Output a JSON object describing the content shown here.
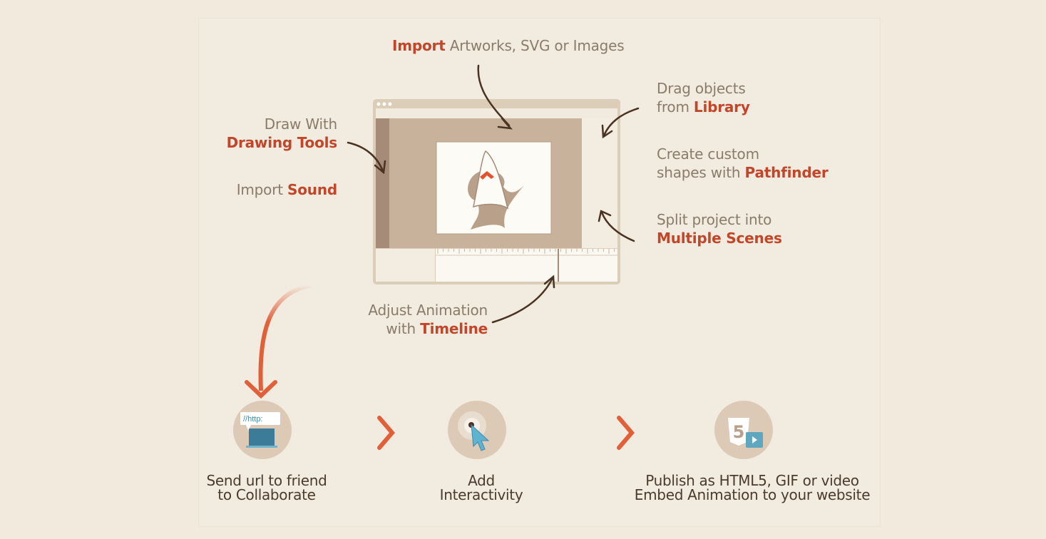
{
  "labels": {
    "import_art": {
      "strong": "Import",
      "rest": " Artworks, SVG or Images"
    },
    "drag": {
      "line1": "Drag objects",
      "pre": "from ",
      "strong": "Library"
    },
    "pathfinder": {
      "line1": "Create custom",
      "pre": "shapes with ",
      "strong": "Pathfinder"
    },
    "scenes": {
      "line1": "Split project into",
      "strong": "Multiple Scenes"
    },
    "drawing": {
      "line1": "Draw With",
      "strong": "Drawing Tools"
    },
    "sound": {
      "pre": "Import ",
      "strong": "Sound"
    },
    "timeline": {
      "line1": "Adjust Animation",
      "pre": "with ",
      "strong": "Timeline"
    }
  },
  "steps": [
    {
      "line1": "Send url to friend",
      "line2": "to Collaborate",
      "icon": "laptop-url-icon",
      "badge": "//http:"
    },
    {
      "line1": "Add",
      "line2": "Interactivity",
      "icon": "cursor-click-icon"
    },
    {
      "line1": "Publish as HTML5, GIF or video",
      "line2": "Embed Animation to your website",
      "icon": "html5-video-icon",
      "badge": "5"
    }
  ],
  "colors": {
    "accent": "#c1462a",
    "arrow": "#e0603a",
    "text": "#8b7b6a",
    "dark": "#4b3b2c"
  }
}
